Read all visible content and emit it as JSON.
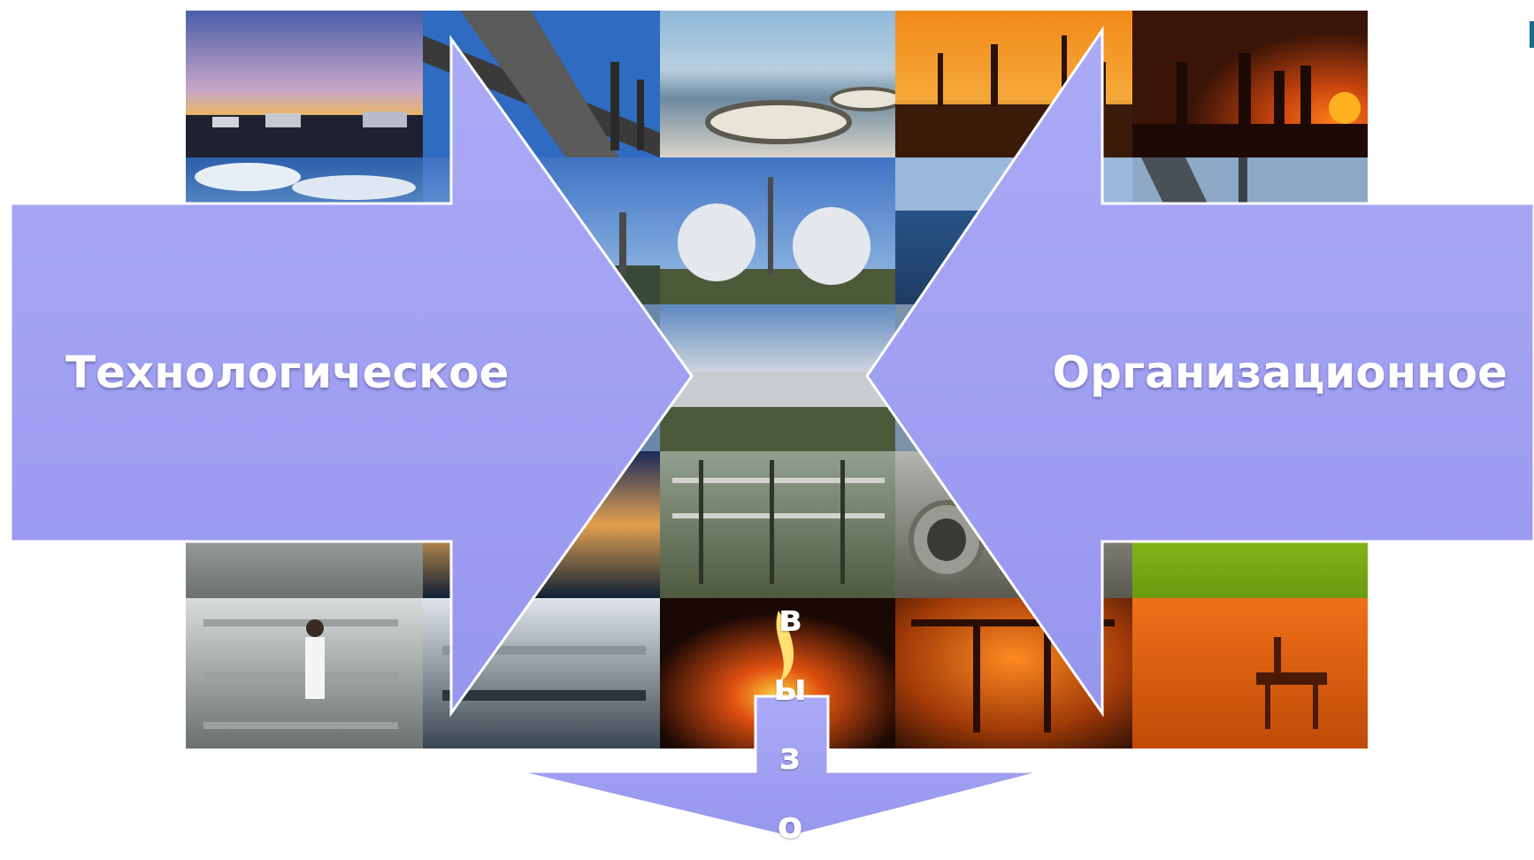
{
  "arrows": {
    "left": {
      "label": "Технологическое",
      "fill": "#a3a3f4",
      "direction": "right"
    },
    "right": {
      "label": "Организационное",
      "fill": "#a3a3f4",
      "direction": "left"
    },
    "bottom": {
      "letters": [
        "в",
        "ы",
        "з",
        "о"
      ],
      "fill": "#a3a3f4",
      "direction": "down"
    }
  },
  "photo_collage": {
    "description_icons": [
      "harbor-dusk-photo",
      "pipeline-photo",
      "water-tank-photo",
      "refinery-sunset-photo",
      "chimney-sunset-photo",
      "sky-clouds-photo",
      "refinery-towers-photo",
      "spherical-tanks-photo",
      "sea-platform-photo",
      "pipes-closeup-photo",
      "pipeline-rack-photo",
      "industrial-pipeline-photo",
      "factory-night-photo",
      "construction-site-photo",
      "concrete-pipe-photo",
      "green-machinery-photo",
      "lab-worker-photo",
      "control-room-photo",
      "furnace-fire-photo",
      "molten-metal-photo",
      "offshore-rig-photo"
    ]
  },
  "colors": {
    "arrow_fill": "#a3a3f4",
    "arrow_outline": "#ffffff",
    "label_text": "#ffffff"
  }
}
